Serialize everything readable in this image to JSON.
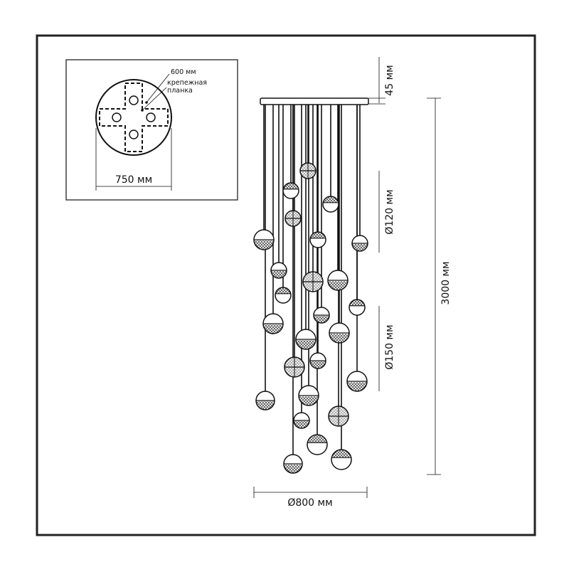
{
  "detail": {
    "plate_label": "600 мм",
    "mount_label_line1": "крепежная",
    "mount_label_line2": "планка",
    "diameter_label": "750 мм"
  },
  "dimensions": {
    "canopy_height": "45 мм",
    "sphere_small": "Ø120 мм",
    "sphere_large": "Ø150 мм",
    "total_height": "3000 мм",
    "total_diameter": "Ø800 мм"
  },
  "colors": {
    "line": "#111111",
    "frame": "#222222",
    "crystal": "#333333"
  }
}
